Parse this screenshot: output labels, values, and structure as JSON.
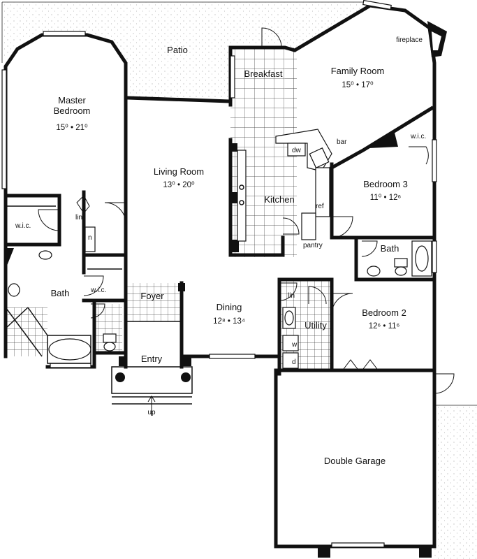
{
  "rooms": [
    {
      "id": "patio",
      "name": "Patio",
      "dims": ""
    },
    {
      "id": "breakfast",
      "name": "Breakfast",
      "dims": ""
    },
    {
      "id": "family-room",
      "name": "Family Room",
      "dims": "15⁰  •  17⁰"
    },
    {
      "id": "master-bedroom",
      "name": "Master\nBedroom",
      "dims": "15⁰  •  21⁰"
    },
    {
      "id": "living-room",
      "name": "Living Room",
      "dims": "13⁰  •  20⁰"
    },
    {
      "id": "kitchen",
      "name": "Kitchen",
      "dims": ""
    },
    {
      "id": "bedroom-3",
      "name": "Bedroom 3",
      "dims": "11⁰  •  12⁶"
    },
    {
      "id": "bath-2",
      "name": "Bath",
      "dims": ""
    },
    {
      "id": "master-bath",
      "name": "Bath",
      "dims": ""
    },
    {
      "id": "foyer",
      "name": "Foyer",
      "dims": ""
    },
    {
      "id": "dining",
      "name": "Dining",
      "dims": "12⁸  •  13⁴"
    },
    {
      "id": "utility",
      "name": "Utility",
      "dims": ""
    },
    {
      "id": "bedroom-2",
      "name": "Bedroom 2",
      "dims": "12⁶  •  11⁶"
    },
    {
      "id": "entry",
      "name": "Entry",
      "dims": ""
    },
    {
      "id": "double-garage",
      "name": "Double Garage",
      "dims": ""
    }
  ],
  "labels": {
    "fireplace": "fireplace",
    "bar": "bar",
    "dw": "dw",
    "ref": "ref",
    "pantry": "pantry",
    "wic_master": "w.i.c.",
    "wic_bath": "w.i.c.",
    "wic_bed3": "w.i.c.",
    "lin_master": "lin",
    "lin_utility": "lin",
    "n": "n",
    "w": "w",
    "d": "d",
    "up": "up"
  },
  "colors": {
    "line": "#111111",
    "paper": "#ffffff"
  }
}
